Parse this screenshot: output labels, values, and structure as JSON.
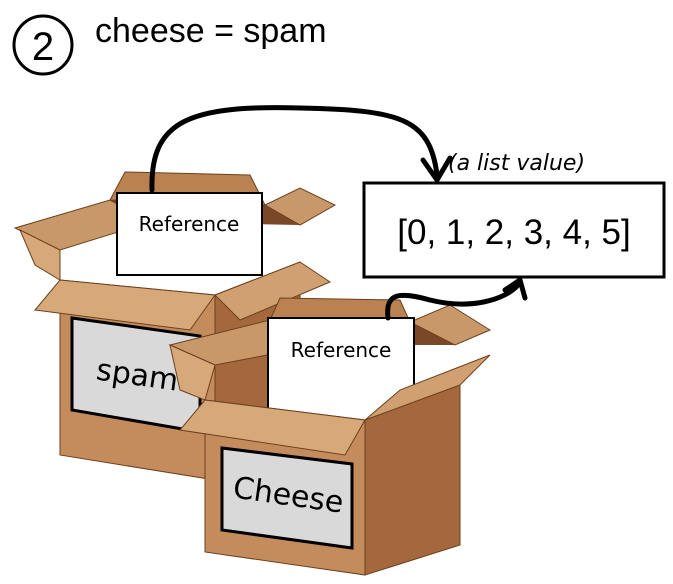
{
  "header": {
    "step_number": "2",
    "code": "cheese = spam"
  },
  "value_box": {
    "annotation": "(a list value)",
    "text": "[0, 1, 2, 3, 4, 5]"
  },
  "boxes": [
    {
      "label": "spam",
      "card": "Reference"
    },
    {
      "label": "Cheese",
      "card": "Reference"
    }
  ],
  "colors": {
    "ink": "#000000",
    "box_front": "#c48c5c",
    "box_side": "#a4683c",
    "box_inside": "#8a5530",
    "box_flap": "#d7a878",
    "label_panel": "#d9d9d9",
    "card": "#ffffff"
  }
}
